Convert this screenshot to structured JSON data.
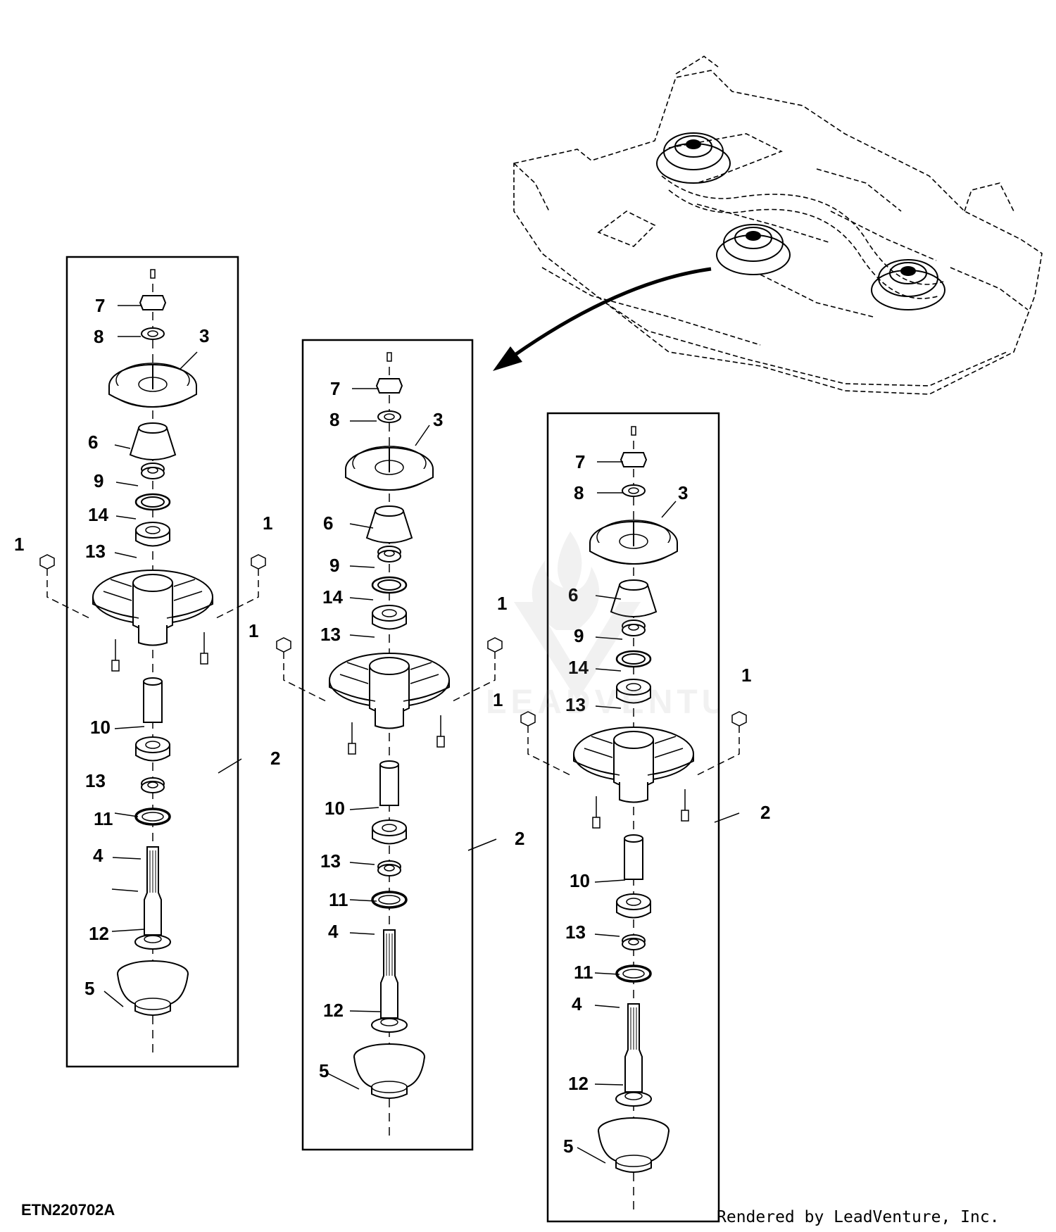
{
  "figure_id": "ETN220702A",
  "credit": "Rendered by LeadVenture, Inc.",
  "watermark_text": "LEADVENTURE",
  "assemblies": [
    {
      "name": "left-spindle"
    },
    {
      "name": "center-spindle"
    },
    {
      "name": "right-spindle"
    }
  ],
  "callout_labels": [
    "1",
    "1",
    "1",
    "2",
    "3",
    "4",
    "5",
    "6",
    "7",
    "8",
    "9",
    "10",
    "11",
    "12",
    "13",
    "13",
    "14"
  ],
  "colors": {
    "line": "#000000",
    "background": "#ffffff",
    "watermark": "#9a9a9a"
  }
}
